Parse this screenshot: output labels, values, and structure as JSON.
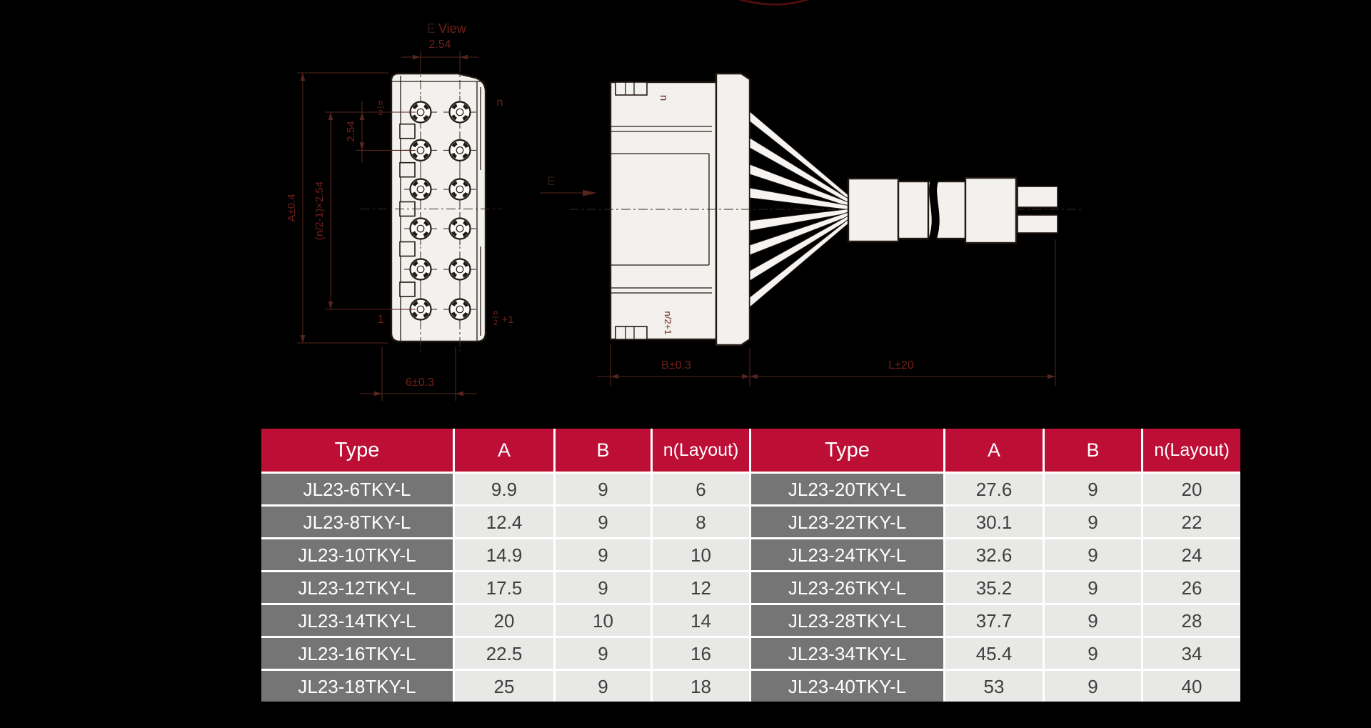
{
  "drawing": {
    "view_label": {
      "prefix": "E",
      "word": "View"
    },
    "front": {
      "dim_pitch_top": "2.54",
      "dim_pitch_left": "2.54",
      "dim_rows": "(n/2-1)×2.54",
      "dim_height": "A±0.4",
      "dim_width": "6±0.3",
      "pin_first": "1",
      "pin_last": "n",
      "pin_half": {
        "n": "n",
        "d": "2"
      },
      "pin_half_plus": {
        "n": "n",
        "d": "2",
        "suffix": "+1"
      }
    },
    "side": {
      "label_top": "n",
      "label_bottom": "n/2+1",
      "view_dir": "E",
      "dim_body": "B±0.3",
      "dim_length": "L±20"
    },
    "colors": {
      "line_dark": "#241a14",
      "dim_red": "#71201a",
      "fill_white": "#f2f1ee",
      "logo_red": "#4f0c0d"
    }
  },
  "table": {
    "colors": {
      "header_red": "#bd0f36",
      "type_gray": "#757575",
      "value_gray": "#e8e8e6"
    },
    "headers": [
      "Type",
      "A",
      "B",
      "n(Layout)",
      "Type",
      "A",
      "B",
      "n(Layout)"
    ],
    "rows": [
      [
        "JL23-6TKY-L",
        "9.9",
        "9",
        "6",
        "JL23-20TKY-L",
        "27.6",
        "9",
        "20"
      ],
      [
        "JL23-8TKY-L",
        "12.4",
        "9",
        "8",
        "JL23-22TKY-L",
        "30.1",
        "9",
        "22"
      ],
      [
        "JL23-10TKY-L",
        "14.9",
        "9",
        "10",
        "JL23-24TKY-L",
        "32.6",
        "9",
        "24"
      ],
      [
        "JL23-12TKY-L",
        "17.5",
        "9",
        "12",
        "JL23-26TKY-L",
        "35.2",
        "9",
        "26"
      ],
      [
        "JL23-14TKY-L",
        "20",
        "10",
        "14",
        "JL23-28TKY-L",
        "37.7",
        "9",
        "28"
      ],
      [
        "JL23-16TKY-L",
        "22.5",
        "9",
        "16",
        "JL23-34TKY-L",
        "45.4",
        "9",
        "34"
      ],
      [
        "JL23-18TKY-L",
        "25",
        "9",
        "18",
        "JL23-40TKY-L",
        "53",
        "9",
        "40"
      ]
    ]
  }
}
